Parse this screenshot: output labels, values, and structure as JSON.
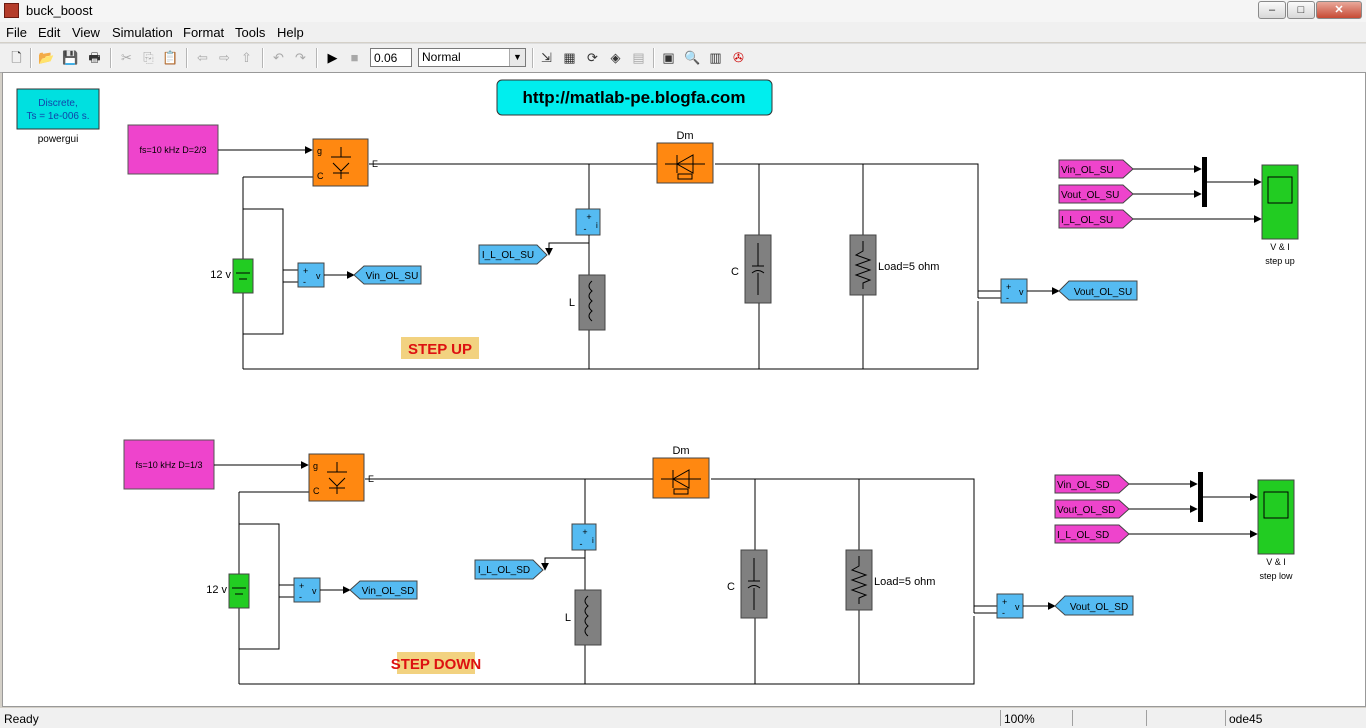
{
  "window": {
    "title": "buck_boost",
    "min_symbol": "–",
    "max_symbol": "□",
    "close_symbol": "✕"
  },
  "menu": [
    "File",
    "Edit",
    "View",
    "Simulation",
    "Format",
    "Tools",
    "Help"
  ],
  "toolbar": {
    "stop_time": "0.06",
    "sim_mode": "Normal"
  },
  "canvas": {
    "powergui": {
      "line1": "Discrete,",
      "line2": "Ts = 1e-006 s.",
      "name": "powergui"
    },
    "url_banner": "http://matlab-pe.blogfa.com",
    "circuits": [
      {
        "pulse_label": "fs=10 kHz   D=2/3",
        "switch_pins": {
          "g": "g",
          "c": "C",
          "e": "E"
        },
        "source_label": "12 v",
        "diode_label": "Dm",
        "inductor_label": "L",
        "cap_label": "C",
        "load_label": "Load=5 ohm",
        "vm_sign_plus": "+",
        "vm_sign_minus": "-",
        "vm_v": "v",
        "cm_i": "i",
        "vin_tag": "Vin_OL_SU",
        "il_tag": "I_L_OL_SU",
        "vout_tag": "Vout_OL_SU",
        "from_tags": [
          "Vin_OL_SU",
          "Vout_OL_SU",
          "I_L_OL_SU"
        ],
        "scope_title": "V  &  I",
        "scope_sub": "step up",
        "mode_label": "STEP  UP"
      },
      {
        "pulse_label": "fs=10 kHz   D=1/3",
        "switch_pins": {
          "g": "g",
          "c": "C",
          "e": "E"
        },
        "source_label": "12 v",
        "diode_label": "Dm",
        "inductor_label": "L",
        "cap_label": "C",
        "load_label": "Load=5 ohm",
        "vm_sign_plus": "+",
        "vm_sign_minus": "-",
        "vm_v": "v",
        "cm_i": "i",
        "vin_tag": "Vin_OL_SD",
        "il_tag": "I_L_OL_SD",
        "vout_tag": "Vout_OL_SD",
        "from_tags": [
          "Vin_OL_SD",
          "Vout_OL_SD",
          "I_L_OL_SD"
        ],
        "scope_title": "V  &  I",
        "scope_sub": "step low",
        "mode_label": "STEP  DOWN"
      }
    ]
  },
  "status": {
    "left": "Ready",
    "zoom": "100%",
    "solver": "ode45"
  },
  "colors": {
    "pink": "#ee44cc",
    "orange": "#ff8811",
    "green": "#22cc22",
    "blue": "#55bbf2",
    "gray": "#808080",
    "cyan": "#00eeee",
    "label_bg": "#f2d280",
    "label_text": "#dd1111"
  }
}
